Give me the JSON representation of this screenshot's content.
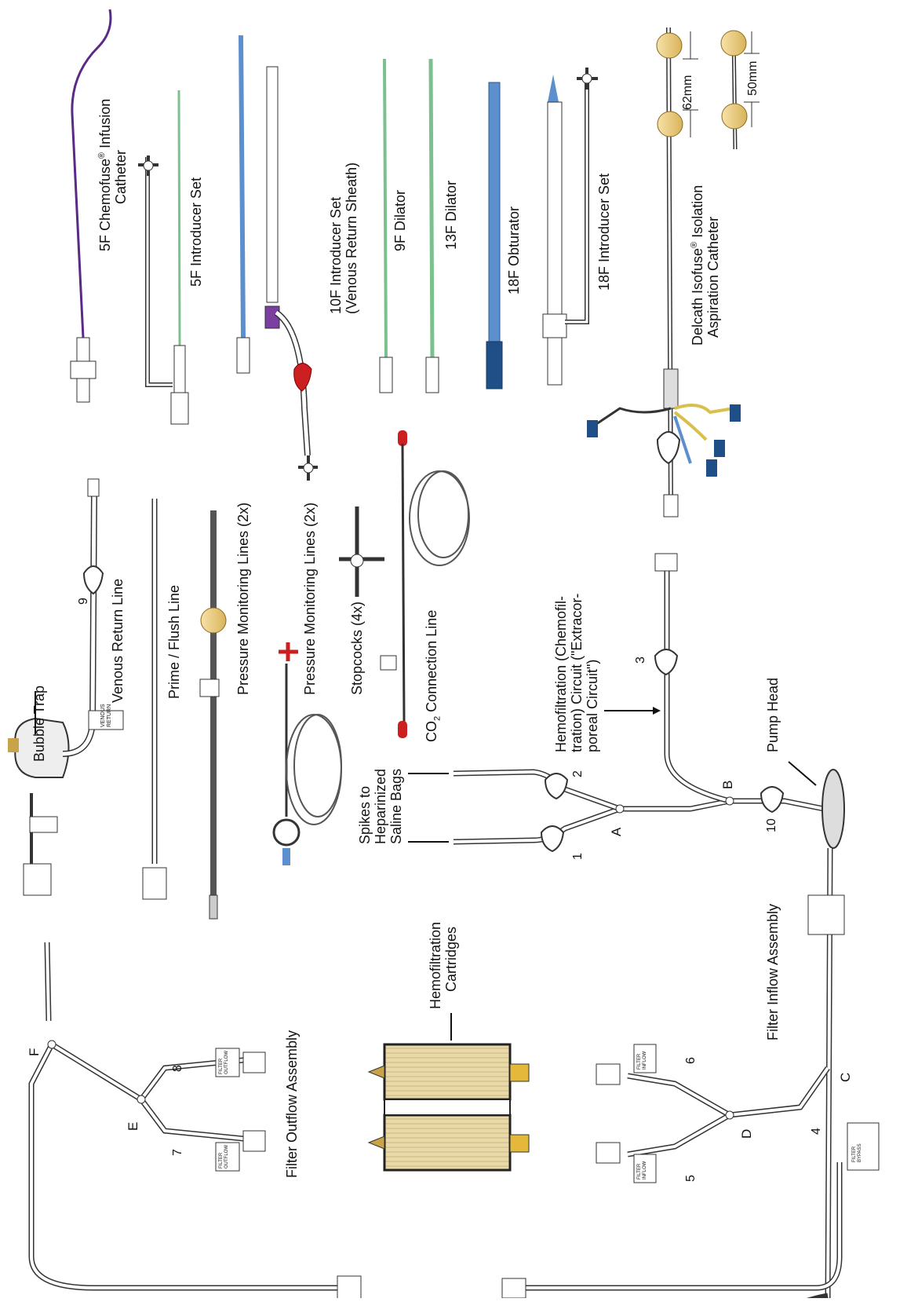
{
  "labels": {
    "chemofuse_1": "5F Chemofuse",
    "chemofuse_reg": "®",
    "chemofuse_2": " Infusion",
    "chemofuse_3": "Catheter",
    "intro5f": "5F Introducer Set",
    "intro10f_1": "10F Introducer Set",
    "intro10f_2": "(Venous Return Sheath)",
    "dil9f": "9F Dilator",
    "dil13f": "13F Dilator",
    "obt18f": "18F Obturator",
    "intro18f": "18F Introducer Set",
    "isofuse_1": "Delcath Isofuse",
    "isofuse_reg": "®",
    "isofuse_2": " Isolation",
    "isofuse_3": "Aspiration Catheter",
    "dim62": "62mm",
    "dim50": "50mm",
    "bubble_trap": "Bubble Trap",
    "venous_return_line": "Venous Return Line",
    "venous_tag_1": "VENOUS",
    "venous_tag_2": "RETURN",
    "prime_flush": "Prime / Flush Line",
    "pressure_lines_a": "Pressure Monitoring Lines (2x)",
    "pressure_lines_b": "Pressure Monitoring Lines (2x)",
    "stopcocks": "Stopcocks (4x)",
    "co2_1": "CO",
    "co2_sub": "2",
    "co2_2": " Connection Line",
    "hemo_circuit_1": "Hemofiltration (Chemofil-",
    "hemo_circuit_2": "tration) Circuit (\"Extracor-",
    "hemo_circuit_3": "poreal Circuit\")",
    "spikes_1": "Spikes to",
    "spikes_2": "Heparinized",
    "spikes_3": "Saline Bags",
    "pump_head": "Pump Head",
    "filter_inflow": "Filter Inflow Assembly",
    "filter_outflow": "Filter Outflow Assembly",
    "cartridges_1": "Hemofiltration",
    "cartridges_2": "Cartridges",
    "filter_tag_1": "FILTER",
    "filter_tag_out": "OUTFLOW",
    "filter_tag_in": "INFLOW",
    "filter_tag_bypass": "BYPASS"
  },
  "numbers": {
    "n1": "1",
    "n2": "2",
    "n3": "3",
    "n4": "4",
    "n5": "5",
    "n6": "6",
    "n7": "7",
    "n8": "8",
    "n9": "9",
    "n10": "10"
  },
  "junctions": {
    "A": "A",
    "B": "B",
    "C": "C",
    "D": "D",
    "E": "E",
    "F": "F"
  },
  "colors": {
    "purple": "#5b2a86",
    "green": "#7cc08e",
    "blue": "#5b8fce",
    "red": "#cc1f1f",
    "tan": "#e6c36a",
    "navy": "#1f4f86",
    "yellow": "#d9c04a",
    "tube": "#ffffff",
    "outline": "#333333"
  }
}
